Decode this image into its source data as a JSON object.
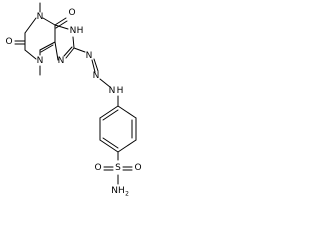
{
  "molecule": {
    "atoms": {
      "o_top": "O",
      "o_left": "O",
      "n1": "N",
      "n3": "N",
      "n7": "N",
      "h7": "H",
      "n9": "N",
      "az1": "N",
      "az2": "N",
      "az3": "N",
      "az3_h": "H",
      "s": "S",
      "o_s_left": "O",
      "o_s_right": "O",
      "n_sulf": "NH",
      "n_sulf_sub": "2"
    }
  }
}
